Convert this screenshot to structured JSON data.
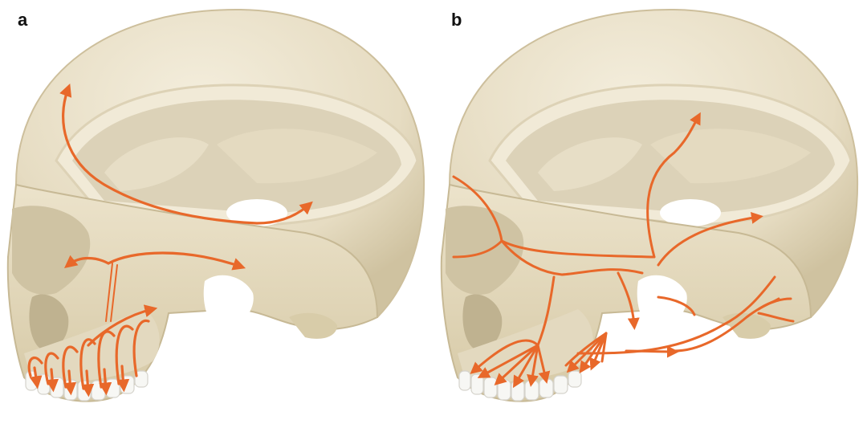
{
  "panels": [
    {
      "label": "a"
    },
    {
      "label": "b"
    }
  ],
  "colors": {
    "bone": "#e9e0c9",
    "bone_light": "#f3ecd9",
    "bone_shadow": "#cfc3a3",
    "bone_dark": "#b7a981",
    "cavity": "#d9cfb4",
    "hole": "#ffffff",
    "teeth": "#f7f7f4",
    "arrow": "#e8682a"
  },
  "icons": [
    "skull-illustration",
    "stress-trajectory-arrow"
  ]
}
